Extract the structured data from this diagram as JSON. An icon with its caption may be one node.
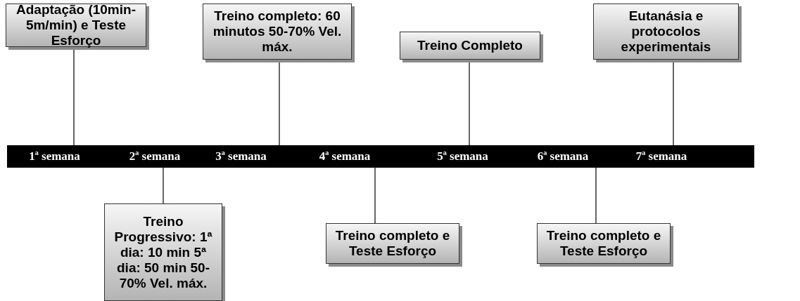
{
  "diagram": {
    "nodes": [
      {
        "text": [
          "Adaptação (10min- 5m/min) e Teste Esforço"
        ]
      },
      {
        "text": [
          "Treino completo: 60 minutos 50-70% Vel. máx."
        ]
      },
      {
        "text": [
          "Treino Completo"
        ]
      },
      {
        "text": [
          "Eutanásia e protocolos experimentais"
        ]
      },
      {
        "text": [],
        "shape": "bar"
      },
      {
        "text": [
          "1ª semana"
        ],
        "in": 4
      },
      {
        "text": [
          "2ª semana"
        ],
        "in": 4
      },
      {
        "text": [
          "3ª semana"
        ],
        "in": 4
      },
      {
        "text": [
          "4ª semana"
        ],
        "in": 4
      },
      {
        "text": [
          "5ª semana"
        ],
        "in": 4
      },
      {
        "text": [
          "6ª semana"
        ],
        "in": 4
      },
      {
        "text": [
          "7ª semana"
        ],
        "in": 4
      },
      {
        "text": [
          "Treino Progressivo: 1ª dia: 10 min 5ª dia: 50 min 50-70% Vel. máx."
        ]
      },
      {
        "text": [
          "Treino completo e Teste Esforço"
        ]
      },
      {
        "text": [
          "Treino completo e Teste Esforço"
        ]
      }
    ],
    "edges": [
      {
        "from": 0,
        "to": 5,
        "arrow": "none"
      },
      {
        "from": 1,
        "to": 7,
        "arrow": "none"
      },
      {
        "from": 2,
        "to": 9,
        "arrow": "none"
      },
      {
        "from": 3,
        "to": 11,
        "arrow": "none"
      },
      {
        "from": 12,
        "to": 6,
        "arrow": "none"
      },
      {
        "from": 13,
        "to": 8,
        "arrow": "none"
      },
      {
        "from": 14,
        "to": 10,
        "arrow": "none"
      }
    ]
  }
}
